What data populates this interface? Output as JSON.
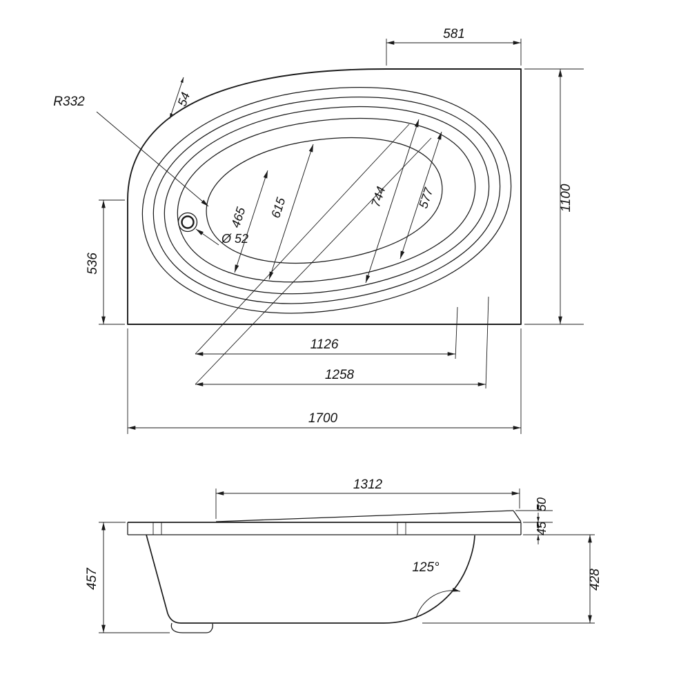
{
  "top_view": {
    "deck_width": "581",
    "corner_radius": "R332",
    "rim_width": "54",
    "overall_width": "1100",
    "drain_offset": "536",
    "drain_diameter": "Ø 52",
    "bowl_width_floor": "465",
    "bowl_width_top": "615",
    "bowl_length_top": "744",
    "bowl_length_floor": "577",
    "inner_length": "1126",
    "rim_length": "1258",
    "overall_length": "1700"
  },
  "side_view": {
    "deck_length": "1312",
    "deck_height": "50",
    "rim_band_height": "45",
    "overall_height": "457",
    "shell_height": "428",
    "wall_angle": "125°"
  }
}
